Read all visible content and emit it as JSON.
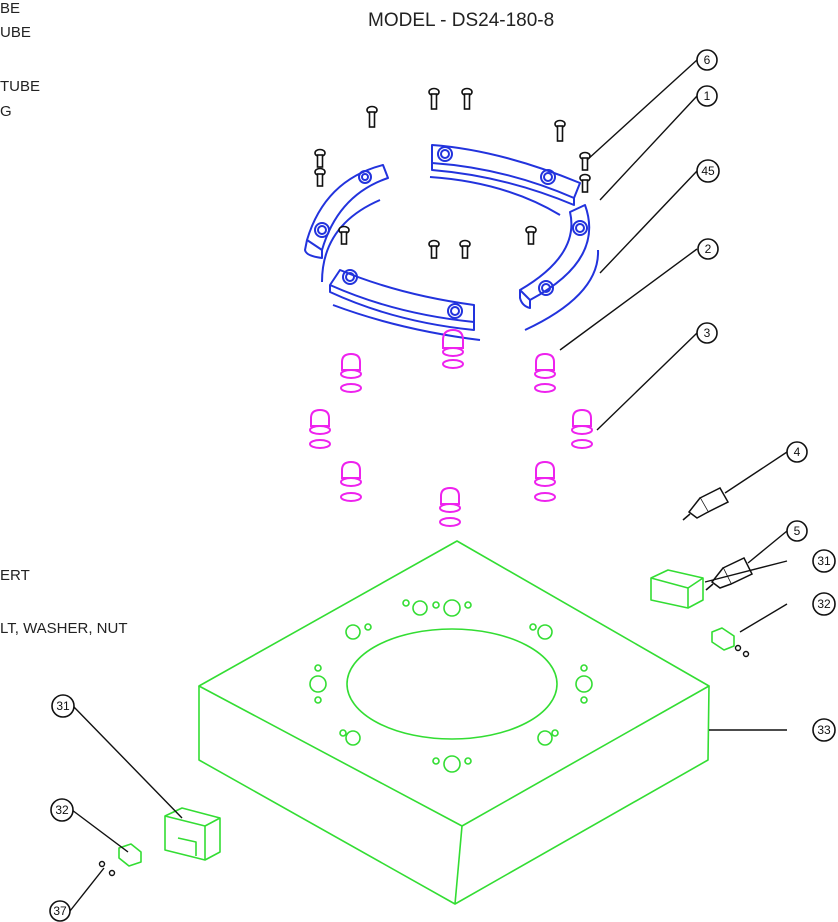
{
  "title": "MODEL - DS24-180-8",
  "legend_fragments": [
    "BE",
    "UBE",
    "TUBE",
    "G",
    "ERT",
    "LT, WASHER, NUT"
  ],
  "callouts": [
    "6",
    "1",
    "45",
    "2",
    "3",
    "4",
    "5",
    "31",
    "32",
    "33",
    "31",
    "32",
    "37"
  ],
  "colors": {
    "clamp_segments": "#2233dd",
    "seals": "#ee22ee",
    "base_block": "#33dd33",
    "outline": "#111111"
  }
}
